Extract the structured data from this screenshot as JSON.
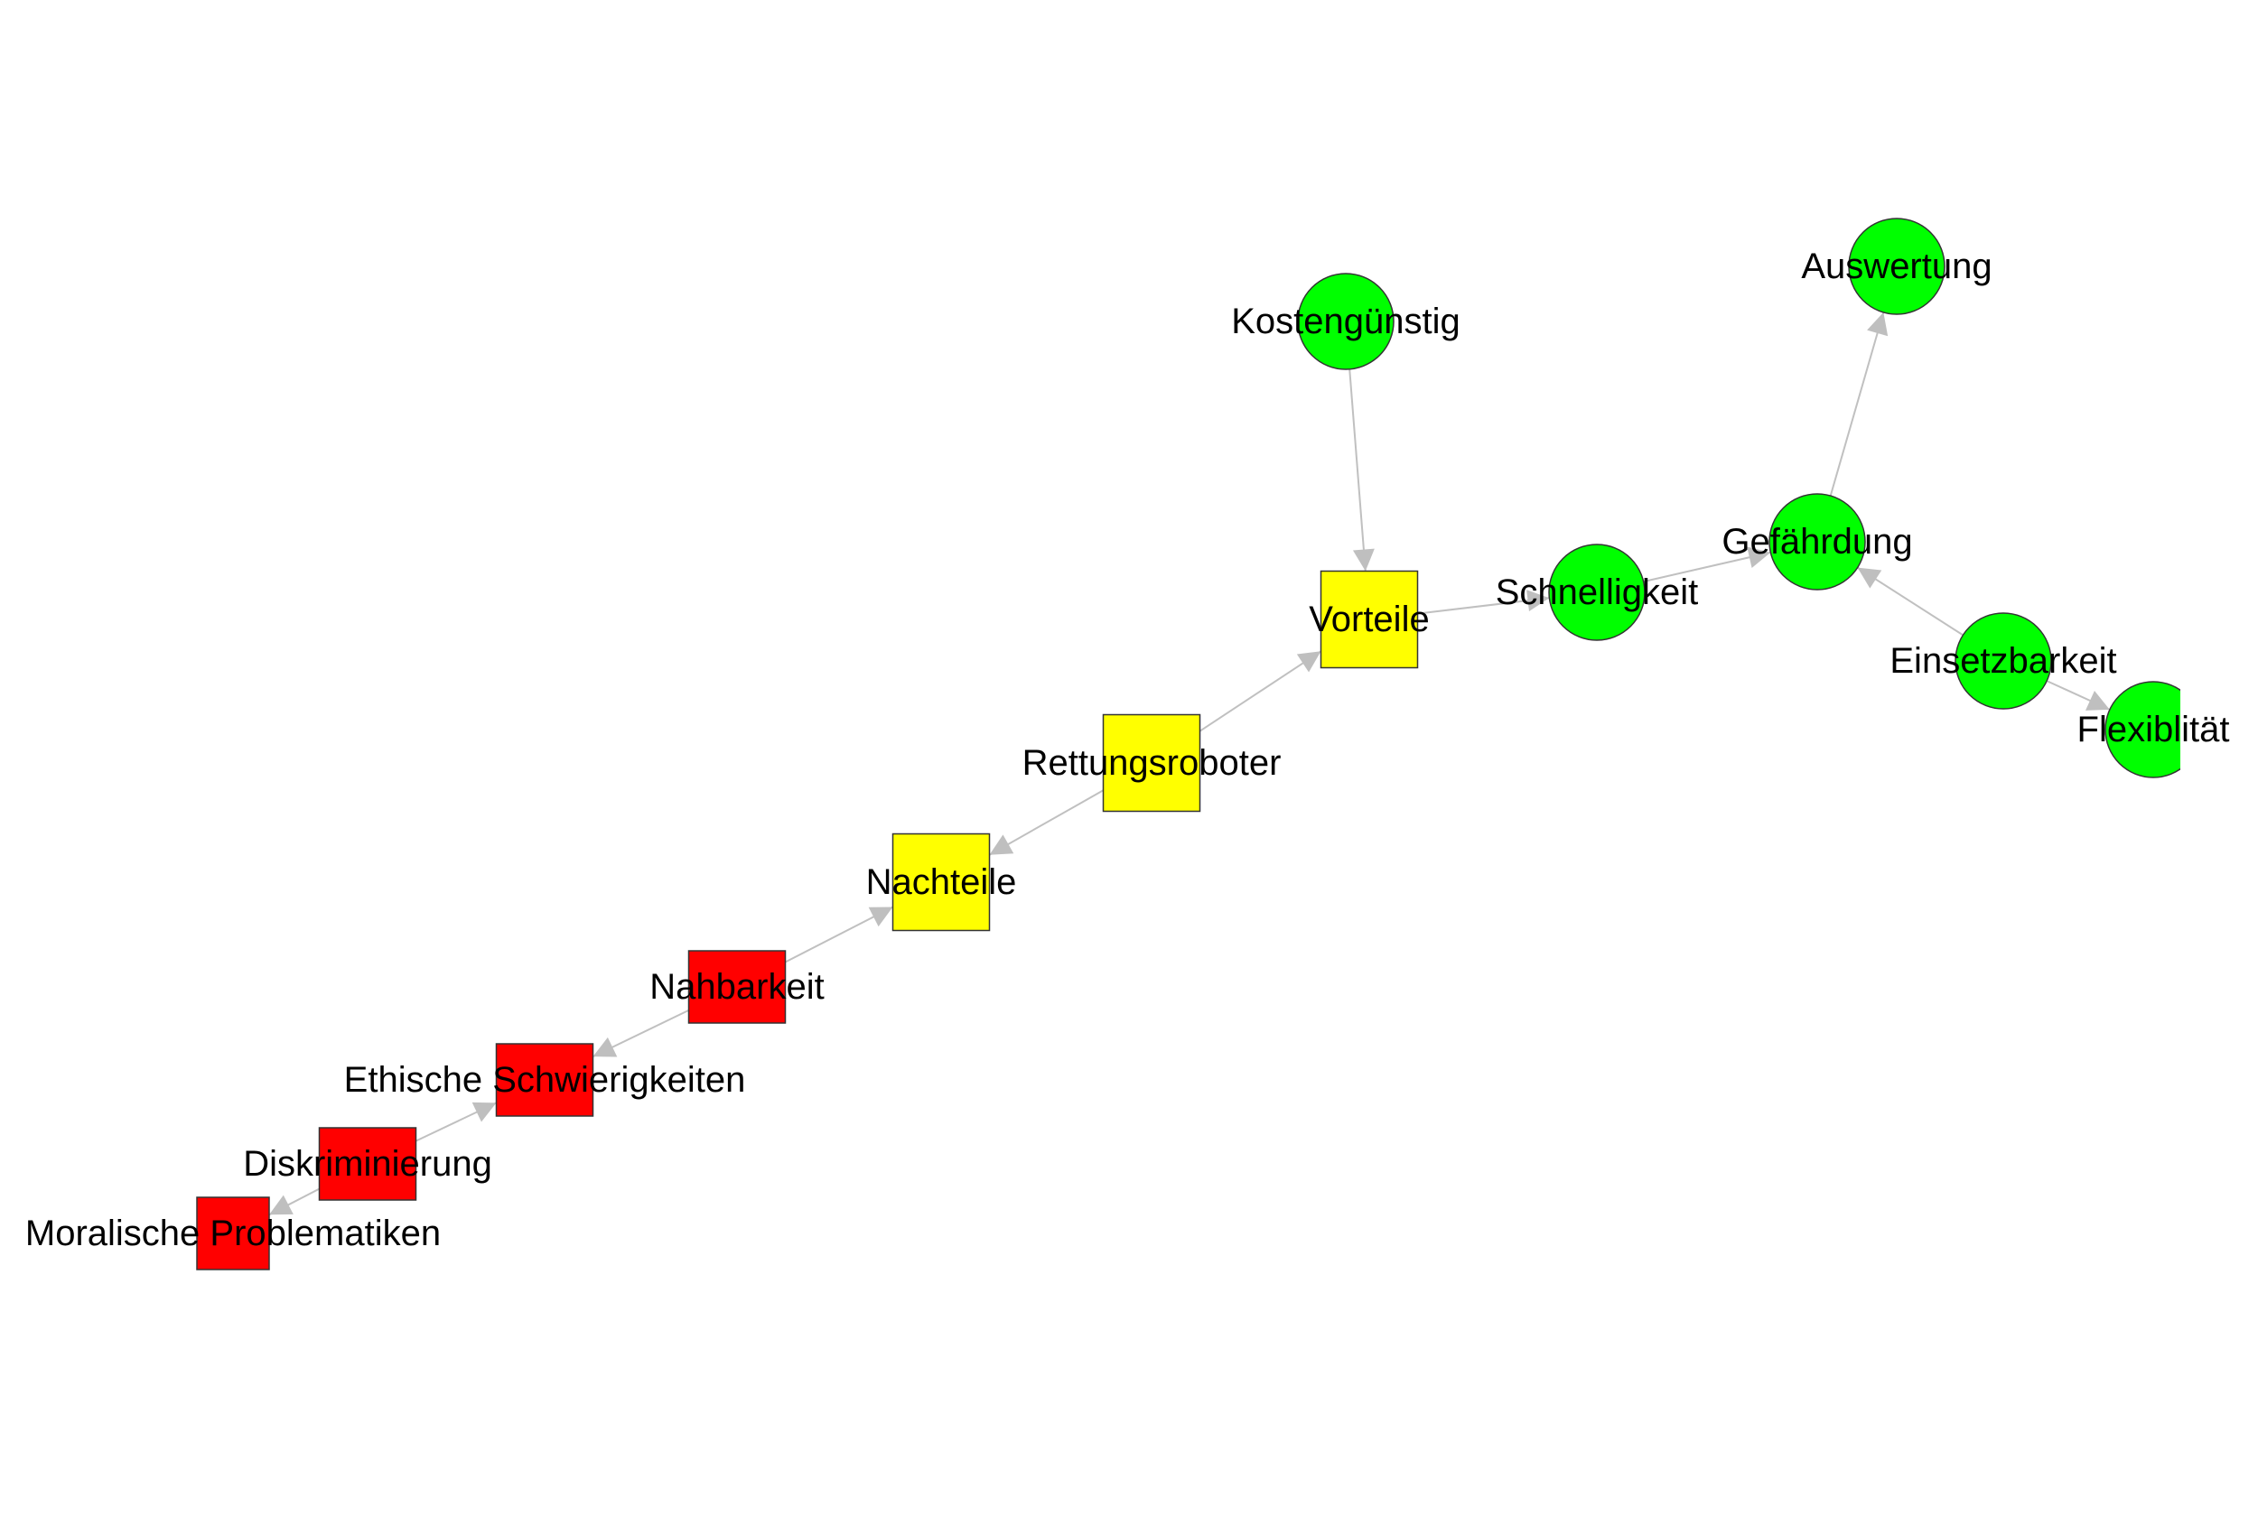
{
  "colors": {
    "background": "#ffffff",
    "edge": "#c0c0c0",
    "green": "#00ff00",
    "yellow": "#ffff00",
    "red": "#ff0000",
    "text": "#000000"
  },
  "nodes": [
    {
      "id": "auswertung",
      "label": "Auswertung",
      "shape": "circle",
      "color": "green"
    },
    {
      "id": "kostenguenstig",
      "label": "Kostengünstig",
      "shape": "circle",
      "color": "green"
    },
    {
      "id": "gefaehrdung",
      "label": "Gefährdung",
      "shape": "circle",
      "color": "green"
    },
    {
      "id": "schnelligkeit",
      "label": "Schnelligkeit",
      "shape": "circle",
      "color": "green"
    },
    {
      "id": "einsetzbarkeit",
      "label": "Einsetzbarkeit",
      "shape": "circle",
      "color": "green"
    },
    {
      "id": "flexiblitaet",
      "label": "Flexiblität",
      "shape": "circle",
      "color": "green"
    },
    {
      "id": "vorteile",
      "label": "Vorteile",
      "shape": "square",
      "color": "yellow"
    },
    {
      "id": "rettungsroboter",
      "label": "Rettungsroboter",
      "shape": "square",
      "color": "yellow"
    },
    {
      "id": "nachteile",
      "label": "Nachteile",
      "shape": "square",
      "color": "yellow"
    },
    {
      "id": "nahbarkeit",
      "label": "Nahbarkeit",
      "shape": "square",
      "color": "red"
    },
    {
      "id": "ethische",
      "label": "Ethische Schwierigkeiten",
      "shape": "square",
      "color": "red"
    },
    {
      "id": "diskriminierung",
      "label": "Diskriminierung",
      "shape": "square",
      "color": "red"
    },
    {
      "id": "moralische",
      "label": "Moralische Problematiken",
      "shape": "square",
      "color": "red"
    }
  ],
  "edges": [
    {
      "from": "kostenguenstig",
      "to": "vorteile"
    },
    {
      "from": "vorteile",
      "to": "schnelligkeit"
    },
    {
      "from": "schnelligkeit",
      "to": "gefaehrdung"
    },
    {
      "from": "gefaehrdung",
      "to": "auswertung"
    },
    {
      "from": "einsetzbarkeit",
      "to": "gefaehrdung"
    },
    {
      "from": "einsetzbarkeit",
      "to": "flexiblitaet"
    },
    {
      "from": "rettungsroboter",
      "to": "vorteile"
    },
    {
      "from": "rettungsroboter",
      "to": "nachteile"
    },
    {
      "from": "nahbarkeit",
      "to": "nachteile"
    },
    {
      "from": "nahbarkeit",
      "to": "ethische"
    },
    {
      "from": "diskriminierung",
      "to": "ethische"
    },
    {
      "from": "diskriminierung",
      "to": "moralische"
    }
  ]
}
